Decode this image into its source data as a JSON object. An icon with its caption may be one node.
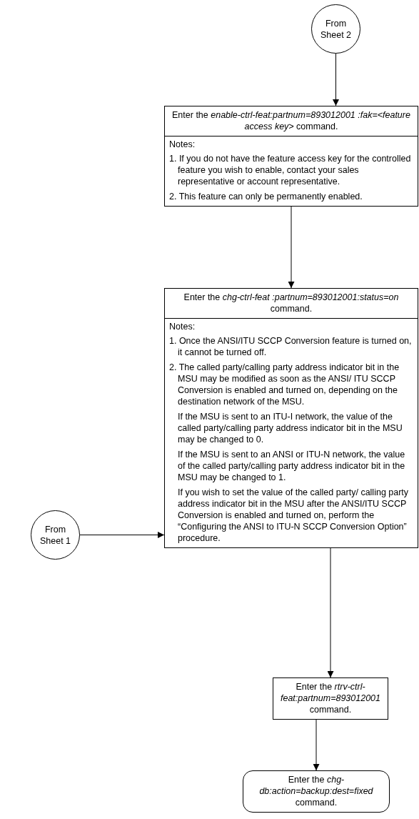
{
  "diagram": {
    "nodes": [
      {
        "text": [
          "From Sheet 2"
        ]
      },
      {
        "text": [
          "Enter the *enable-ctrl-feat:partnum=893012001 :fak=<feature access key>* command.",
          "Notes:",
          "1. If you do not have the feature access key for the controlled feature you wish to enable, contact your sales representative or account representative.",
          "2. This feature can only be permanently enabled."
        ]
      },
      {
        "text": [
          "Enter the *chg-ctrl-feat :partnum=893012001:status=on* command.",
          "Notes:",
          "1. Once the ANSI/ITU SCCP Conversion feature is turned on, it cannot be turned off.",
          "2. The called party/calling party address indicator bit in the MSU may be modified as soon as the ANSI/ ITU SCCP Conversion is enabled and turned on, depending on the destination network of the MSU.",
          "If the MSU is sent to an ITU-I network, the value of the called party/calling party address indicator bit in the MSU may be changed to 0.",
          "If the MSU is sent to an ANSI or ITU-N network, the value of the called party/calling party address indicator bit in the MSU may be changed to 1.",
          "If you wish to set the value of the called party/ calling party address indicator bit in the MSU after the ANSI/ITU SCCP Conversion is enabled and turned on, perform the “Configuring the ANSI to ITU-N SCCP Conversion Option” procedure."
        ]
      },
      {
        "text": [
          "From Sheet 1"
        ]
      },
      {
        "text": [
          "Enter the *rtrv-ctrl-feat:partnum=893012001* command."
        ]
      },
      {
        "text": [
          "Enter the *chg-db:action=backup:dest=fixed* command."
        ]
      }
    ],
    "edges": [
      {
        "from": 0,
        "to": 1,
        "arrow": "to"
      },
      {
        "from": 1,
        "to": 2,
        "arrow": "to"
      },
      {
        "from": 3,
        "to": 2,
        "arrow": "to"
      },
      {
        "from": 2,
        "to": 4,
        "arrow": "to"
      },
      {
        "from": 4,
        "to": 5,
        "arrow": "to"
      }
    ]
  }
}
